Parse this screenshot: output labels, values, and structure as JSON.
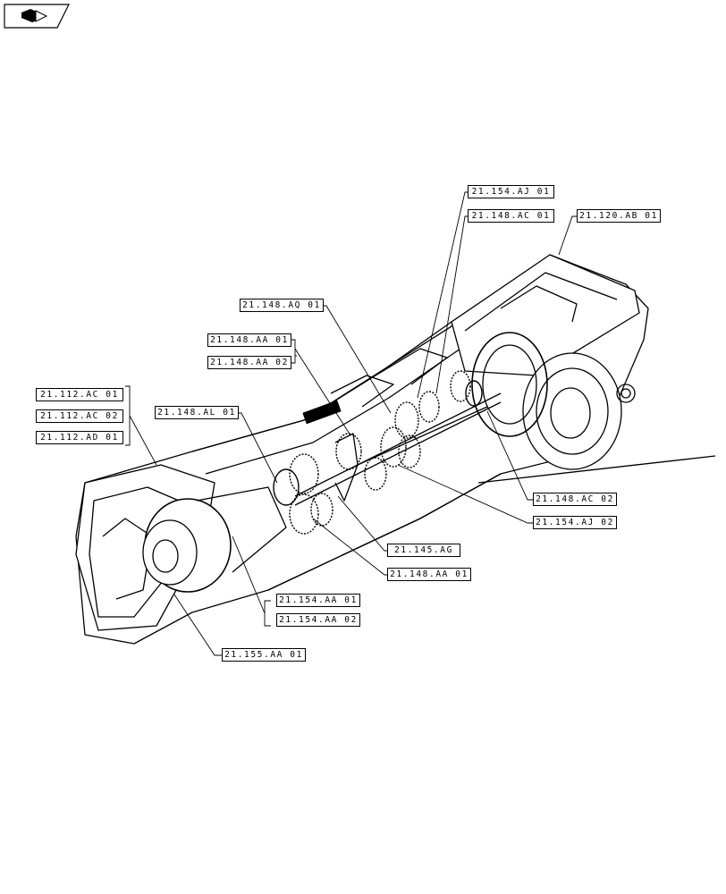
{
  "toolbar": {
    "icon": "go-to-page-icon"
  },
  "references": {
    "r1": "21.154.AJ 01",
    "r2": "21.148.AC 01",
    "r3": "21.120.AB 01",
    "r4": "21.148.AQ 01",
    "r5": "21.148.AA 01",
    "r6": "21.148.AA 02",
    "r7": "21.112.AC 01",
    "r8": "21.112.AC 02",
    "r9": "21.112.AD 01",
    "r10": "21.148.AL 01",
    "r11": "21.148.AC 02",
    "r12": "21.154.AJ 02",
    "r13": "21.145.AG",
    "r14": "21.148.AA 01",
    "r15": "21.154.AA 01",
    "r16": "21.154.AA 02",
    "r17": "21.155.AA 01"
  },
  "colors": {
    "line": "#000000",
    "background": "#ffffff"
  }
}
